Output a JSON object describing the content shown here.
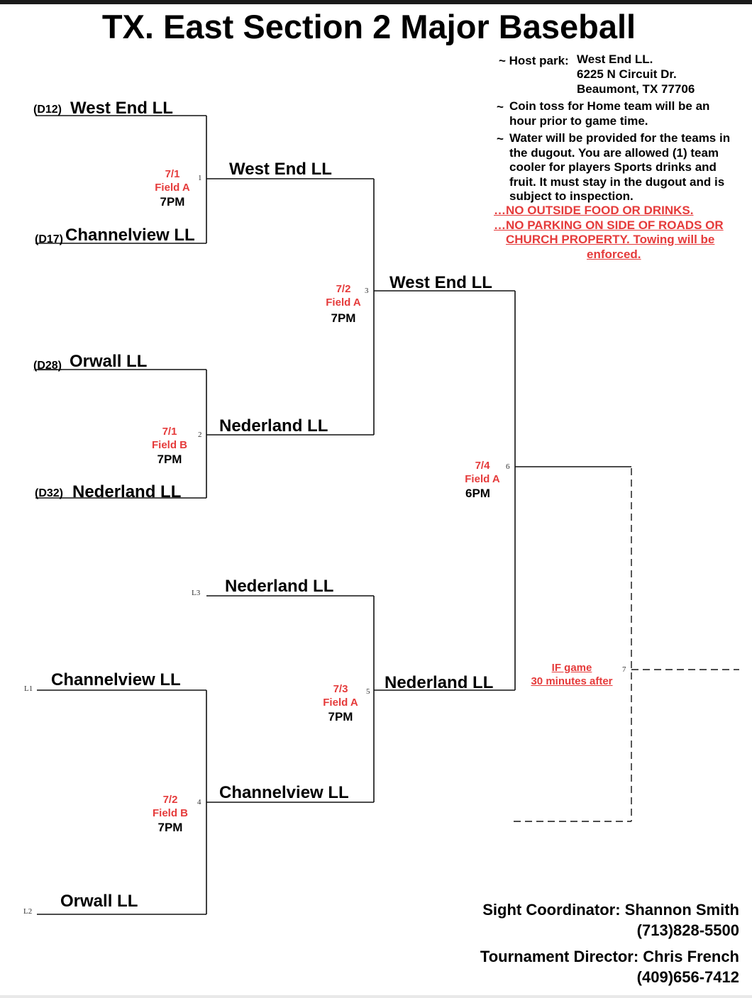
{
  "title": "TX. East Section 2 Major Baseball",
  "round1": {
    "g1": {
      "num": "1",
      "seed_a": "(D12)",
      "team_a": "West End LL",
      "seed_b": "(D17)",
      "team_b": "Channelview LL",
      "date": "7/1",
      "field": "Field A",
      "time": "7PM"
    },
    "g2": {
      "num": "2",
      "seed_a": "(D28)",
      "team_a": "Orwall LL",
      "seed_b": "(D32)",
      "team_b": "Nederland LL",
      "date": "7/1",
      "field": "Field B",
      "time": "7PM"
    }
  },
  "round2": {
    "w1": "West End LL",
    "w2": "Nederland LL",
    "g3": {
      "num": "3",
      "date": "7/2",
      "field": "Field A",
      "time": "7PM",
      "winner": "West End LL"
    }
  },
  "losers": {
    "l1_label": "L1",
    "l1_team": "Channelview LL",
    "l2_label": "L2",
    "l2_team": "Orwall LL",
    "l3_label": "L3",
    "l3_team": "Nederland LL",
    "g4": {
      "num": "4",
      "date": "7/2",
      "field": "Field B",
      "time": "7PM",
      "winner": "Channelview LL"
    },
    "g5": {
      "num": "5",
      "date": "7/3",
      "field": "Field A",
      "time": "7PM",
      "winner": "Nederland LL"
    }
  },
  "final": {
    "g6": {
      "num": "6",
      "date": "7/4",
      "field": "Field A",
      "time": "6PM"
    },
    "g7": {
      "num": "7",
      "if_line1": "IF game",
      "if_line2": "30 minutes after"
    }
  },
  "notes": {
    "host_label": "~ Host park:",
    "host_line1": "West End LL.",
    "host_line2": "6225 N Circuit Dr.",
    "host_line3": "Beaumont, TX  77706",
    "bullet": "~",
    "coin_line1": "Coin toss for Home team will be an",
    "coin_line2": "hour prior to game time.",
    "water_line1": "Water will be provided for the teams in",
    "water_line2": "the dugout. You are allowed (1) team",
    "water_line3": "cooler for players Sports drinks and",
    "water_line4": "fruit. It must stay in the dugout and is",
    "water_line5": "subject to inspection.",
    "red1": "…NO OUTSIDE FOOD OR DRINKS.",
    "red2": "…NO PARKING ON SIDE OF ROADS OR",
    "red3": "CHURCH PROPERTY. Towing will be",
    "red4": "enforced.",
    "red_color": "#e53b3b"
  },
  "contacts": {
    "coord": "Sight Coordinator: Shannon Smith",
    "coord_phone": "(713)828-5500",
    "director": "Tournament Director: Chris French",
    "director_phone": "(409)656-7412"
  }
}
